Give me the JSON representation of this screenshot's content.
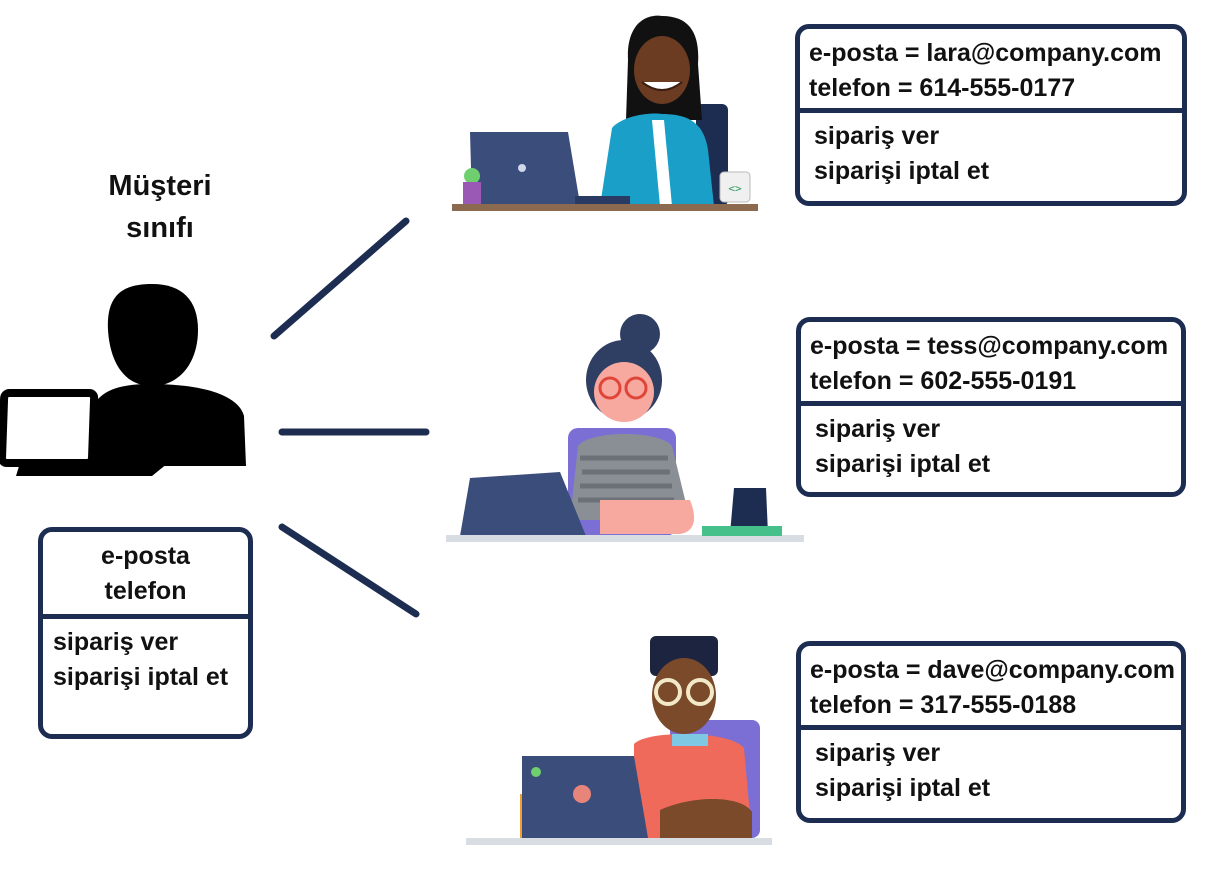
{
  "class_label": {
    "line1": "Müşteri",
    "line2": "sınıfı"
  },
  "class_box": {
    "attributes": [
      "e-posta",
      "telefon"
    ],
    "operations": [
      "sipariş ver",
      "siparişi iptal et"
    ]
  },
  "objects": [
    {
      "attributes": [
        "e-posta = lara@company.com",
        "telefon = 614-555-0177"
      ],
      "operations": [
        "sipariş ver",
        "siparişi iptal et"
      ]
    },
    {
      "attributes": [
        "e-posta = tess@company.com",
        "telefon = 602-555-0191"
      ],
      "operations": [
        "sipariş ver",
        "siparişi iptal et"
      ]
    },
    {
      "attributes": [
        "e-posta = dave@company.com",
        "telefon = 317-555-0188"
      ],
      "operations": [
        "sipariş ver",
        "siparişi iptal et"
      ]
    }
  ],
  "colors": {
    "outline": "#1d2d52",
    "silhouette": "#000000",
    "laptop": "#3b4d7a",
    "desk": "#8b6a4f"
  },
  "icons": [
    "customer-silhouette-icon",
    "laptop-icon",
    "person-illustration"
  ]
}
